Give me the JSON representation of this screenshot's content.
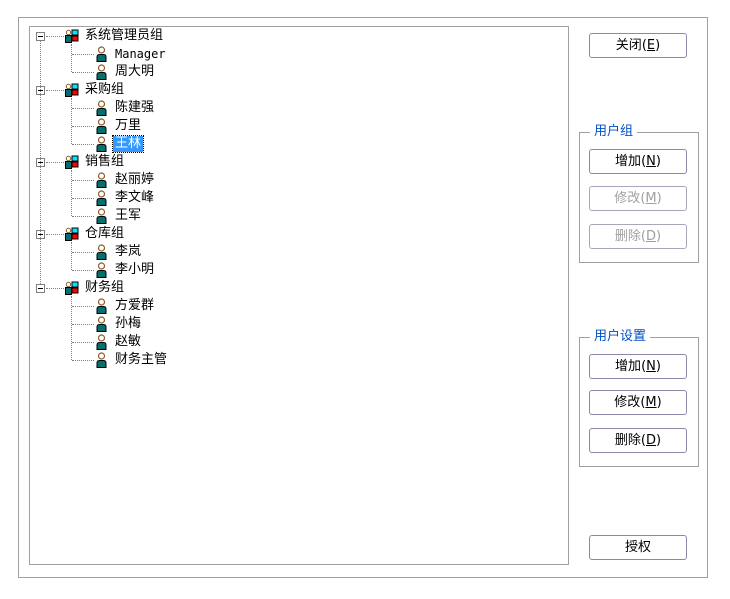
{
  "tree": {
    "groups": [
      {
        "label": "系统管理员组",
        "users": [
          "Manager",
          "周大明"
        ]
      },
      {
        "label": "采购组",
        "users": [
          "陈建强",
          "万里",
          "王林"
        ]
      },
      {
        "label": "销售组",
        "users": [
          "赵丽婷",
          "李文峰",
          "王军"
        ]
      },
      {
        "label": "仓库组",
        "users": [
          "李岚",
          "李小明"
        ]
      },
      {
        "label": "财务组",
        "users": [
          "方爱群",
          "孙梅",
          "赵敏",
          "财务主管"
        ]
      }
    ],
    "selected_user": "王林"
  },
  "buttons": {
    "close": {
      "label": "关闭",
      "hotkey": "E"
    },
    "authorize": {
      "label": "授权"
    }
  },
  "user_group_box": {
    "title": "用户组",
    "add": {
      "label": "增加",
      "hotkey": "N",
      "enabled": true
    },
    "modify": {
      "label": "修改",
      "hotkey": "M",
      "enabled": false
    },
    "delete": {
      "label": "删除",
      "hotkey": "D",
      "enabled": false
    }
  },
  "user_settings_box": {
    "title": "用户设置",
    "add": {
      "label": "增加",
      "hotkey": "N",
      "enabled": true
    },
    "modify": {
      "label": "修改",
      "hotkey": "M",
      "enabled": true
    },
    "delete": {
      "label": "删除",
      "hotkey": "D",
      "enabled": true
    }
  },
  "icons": {
    "group": "user-group-icon",
    "user": "user-icon",
    "expander": "collapse-minus-icon"
  },
  "colors": {
    "selection": "#3399ff",
    "group_title": "#0050c8",
    "border": "#a0a0a0",
    "button_border": "#8a8aa8"
  }
}
